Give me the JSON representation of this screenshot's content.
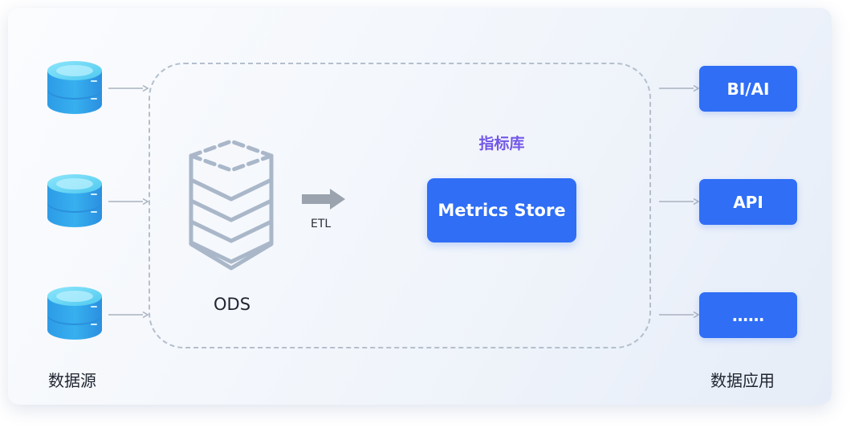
{
  "data_sources": {
    "label": "数据源",
    "count": 3,
    "icon": "database-icon"
  },
  "ods": {
    "label": "ODS",
    "icon": "layered-stack-icon"
  },
  "etl": {
    "label": "ETL",
    "icon": "right-arrow-icon"
  },
  "metrics": {
    "title": "指标库",
    "button_label": "Metrics Store"
  },
  "applications": {
    "label": "数据应用",
    "items": [
      {
        "label": "BI/AI"
      },
      {
        "label": "API"
      },
      {
        "label": "……"
      }
    ]
  },
  "colors": {
    "accent_blue": "#2f6ef5",
    "title_purple": "#7357e6",
    "database_cyan": "#4ec9f0",
    "ods_gray": "#a9b7c9",
    "dashed_border": "#b4bfcd"
  }
}
